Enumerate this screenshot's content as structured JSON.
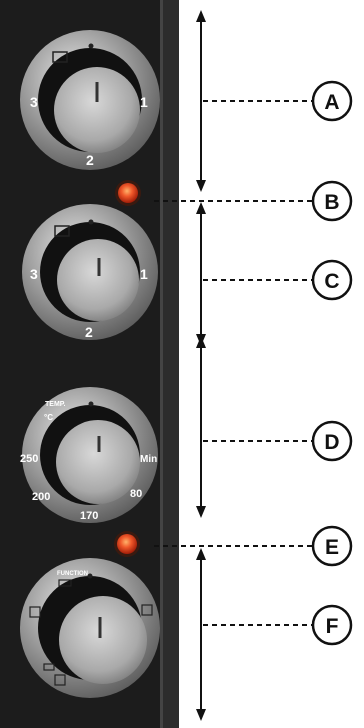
{
  "colors": {
    "panel": "#1c1c1c",
    "panel_edge": "#3a3a3a",
    "indicator_light": "#e8461e",
    "guide_line": "#111111"
  },
  "knob_1": {
    "icon": "top-heater-icon",
    "labels": [
      "3",
      "1",
      "2"
    ]
  },
  "knob_2": {
    "icon": "bottom-heater-icon",
    "labels": [
      "3",
      "1",
      "2"
    ]
  },
  "knob_3": {
    "title": "TEMP.",
    "unit": "°C",
    "labels": [
      "250",
      "200",
      "170",
      "80",
      "Min"
    ]
  },
  "knob_4": {
    "title": "FUNCTION",
    "icons": [
      "fan-icon",
      "grill-icon",
      "convection-icon",
      "rotisserie-icon",
      "defrost-icon"
    ]
  },
  "callouts": [
    "A",
    "B",
    "C",
    "D",
    "E",
    "F"
  ]
}
